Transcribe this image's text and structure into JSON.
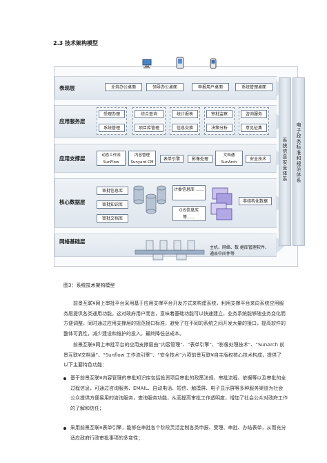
{
  "section_heading": "2.3  技术架构模型",
  "figure": {
    "layers": {
      "presentation": {
        "label": "表现层",
        "boxes": [
          "业务办公桌面",
          "领导办公桌面",
          "申报用户桌面",
          "系统管理桌面"
        ]
      },
      "application": {
        "label": "应用服务层",
        "groups": [
          [
            "受理办理",
            "系统管理"
          ],
          [
            "综合查询",
            "项目库管理"
          ],
          [
            "统计报表",
            "信息交换"
          ],
          [
            "审批监察",
            "决策分析"
          ],
          [
            "咨询服务",
            "意见征集"
          ]
        ]
      },
      "support": {
        "label": "应用支撑层",
        "boxes": [
          "动态工作流 SunFlow",
          "内容管理 Sunyard CM",
          "表单引擎",
          "影像处理",
          "文档通 SunArch",
          "安全技术"
        ]
      },
      "core": {
        "label": "核心数据层",
        "left_boxes": [
          "审批信息库",
          "审批知识库",
          "审批文档库"
        ],
        "middle_boxes": [
          "计委信息库 ……",
          "GIS信息库 等……"
        ],
        "right_box": "非结构化数据"
      },
      "network": {
        "label": "网络基础层",
        "note": "主机、网络、数 据库管理软件、 通县中间件等"
      }
    },
    "side_bars": {
      "security": "系统信息安全体系",
      "standards": "电子政务标准和规范体系"
    }
  },
  "caption": "图3：系统技术架构模型",
  "paragraph_1": "前景互联¥网上审批平台采用基于应用支撑平台开发方式来构建系统，利用支撑平台来向系统应用服务层提供各类通用功能。这对政府用户而言，意味着基础功能可以快速建立，业务系统能够随业务变化而方便调整，同时通过应用支撑层的规范接口标准，避免了在不同的系统之间开发大量的接口，提高软件的整体可靠性，减少建设和维护的投入，最终降低总成本。",
  "paragraph_2": "前景互联¥网上审批平台的应用支撑层由“内容管理”、“表单引擎”、“影像处理技术”、“SunArch 前景互联¥文档通”、“Sunflow 工作流引擎”、“安全技术”六项前景互联¥自主版权核心技术构成，提供了以下主要特色功能：",
  "bullets": [
    "基于前景互联¥内容管理的审批知识库包括投资项目审批的政策法规、审批流程、依据等以及审批的全过程信息，可通过咨询服务、EMAIL、自动电话、短信、触摸屏、电子显示屏等多种服务渠道为社会公众提供方便易用的咨询服务，查询服务功能，从而提高审批工作透明度，增加了社会公众对政府工作的了解和信任；",
    "采用前景互联¥表单引擎，能够在审批各个阶段灵活定制各类申报、受理、审批、办结表单，从而充分适应政府行政审批事项的多变性；"
  ]
}
